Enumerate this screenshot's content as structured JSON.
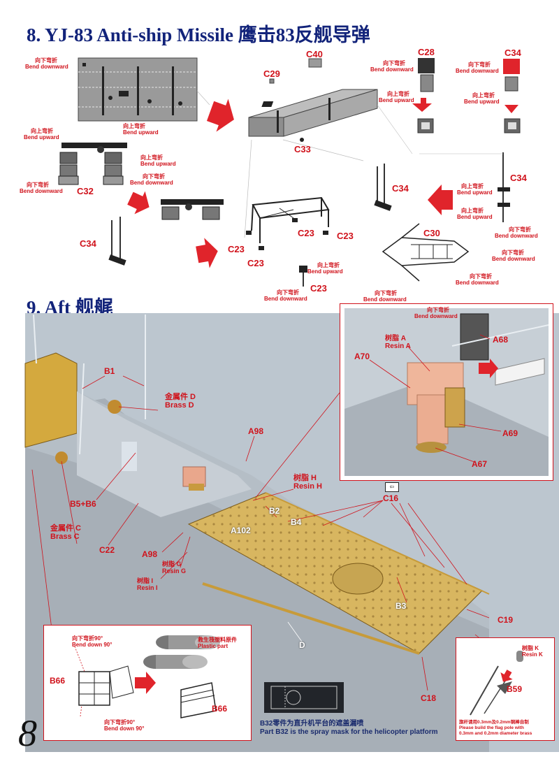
{
  "sections": {
    "s8_title": "8. YJ-83 Anti-ship Missile 鹰击83反舰导弹",
    "s9_title": "9. Aft 舰艉"
  },
  "labels": {
    "bend_down_1": {
      "cn": "向下弯折",
      "en": "Bend downward"
    },
    "bend_up_1": {
      "cn": "向上弯折",
      "en": "Bend upward"
    },
    "bend_up_2": {
      "cn": "向上弯折",
      "en": "Bend upward"
    },
    "bend_up_3": {
      "cn": "向上弯折",
      "en": "Bend upward"
    },
    "bend_down_2": {
      "cn": "向下弯折",
      "en": "Bend downward"
    },
    "bend_down_3": {
      "cn": "向下弯折",
      "en": "Bend downward"
    },
    "c28_down": {
      "cn": "向下弯折",
      "en": "Bend downward"
    },
    "c28_up": {
      "cn": "向上弯折",
      "en": "Bend upward"
    },
    "c34_down": {
      "cn": "向下弯折",
      "en": "Bend downward"
    },
    "c34_up": {
      "cn": "向上弯折",
      "en": "Bend upward"
    },
    "c34b_up1": {
      "cn": "向上弯折",
      "en": "Bend upward"
    },
    "c34b_up2": {
      "cn": "向上弯折",
      "en": "Bend upward"
    },
    "c34b_down": {
      "cn": "向下弯折",
      "en": "Bend downward"
    },
    "c30_down1": {
      "cn": "向下弯折",
      "en": "Bend downward"
    },
    "c30_down2": {
      "cn": "向下弯折",
      "en": "Bend downward"
    },
    "c30_down3": {
      "cn": "向下弯折",
      "en": "Bend downward"
    },
    "c23_up": {
      "cn": "向上弯折",
      "en": "Bend upward"
    },
    "c23_down": {
      "cn": "向下弯折",
      "en": "Bend downward"
    }
  },
  "codes": {
    "c40": "C40",
    "c29": "C29",
    "c28": "C28",
    "c34a": "C34",
    "c33": "C33",
    "c32": "C32",
    "c34b": "C34",
    "c34c": "C34",
    "c34d": "C34",
    "c30": "C30",
    "c23a": "C23",
    "c23b": "C23",
    "c23c": "C23",
    "c23d": "C23",
    "c23e": "C23"
  },
  "photo": {
    "b1": "B1",
    "brass_d": {
      "cn": "金属件 D",
      "en": "Brass D"
    },
    "a98_top": "A98",
    "b5b6": "B5+B6",
    "brass_c": {
      "cn": "金属件 C",
      "en": "Brass C"
    },
    "c22": "C22",
    "a98_bottom": "A98",
    "resin_h": {
      "cn": "树脂 H",
      "en": "Resin H"
    },
    "resin_g": {
      "cn": "树脂 G",
      "en": "Resin G"
    },
    "resin_i": {
      "cn": "树脂 I",
      "en": "Resin I"
    },
    "a102": "A102",
    "b2": "B2",
    "b4": "B4",
    "c16": "C16",
    "b3": "B3",
    "c19": "C19",
    "d": "D",
    "c18": "C18"
  },
  "inset": {
    "bend_down": {
      "cn": "向下弯折",
      "en": "Bend downward"
    },
    "a68": "A68",
    "resin_a": {
      "cn": "树脂 A",
      "en": "Resin A"
    },
    "a70": "A70",
    "a69": "A69",
    "a67": "A67"
  },
  "b66": {
    "bend_down90_top": {
      "cn": "向下弯折90°",
      "en": "Bend down 90°"
    },
    "bend_down90_bottom": {
      "cn": "向下弯折90°",
      "en": "Bend down 90°"
    },
    "code_left": "B66",
    "code_right": "B66",
    "plastic": {
      "cn": "救生筏塑料原件",
      "en": "Plastic part"
    }
  },
  "b32_note": {
    "cn": "B32零件为直升机平台的遮盖漏喷",
    "en": "Part B32 is the spray mask for the helicopter platform"
  },
  "flag": {
    "resin_k": {
      "cn": "树脂 K",
      "en": "Resin K"
    },
    "b59": "B59",
    "note_cn": "旗杆请用0.3mm及0.2mm铜棒自制",
    "note_en1": "Please build the flag pole with",
    "note_en2": "0.3mm and 0.2mm diameter brass"
  },
  "page_number": "8",
  "colors": {
    "title": "#12237a",
    "label_red": "#d0121b",
    "arrow_red": "#e0242b"
  }
}
